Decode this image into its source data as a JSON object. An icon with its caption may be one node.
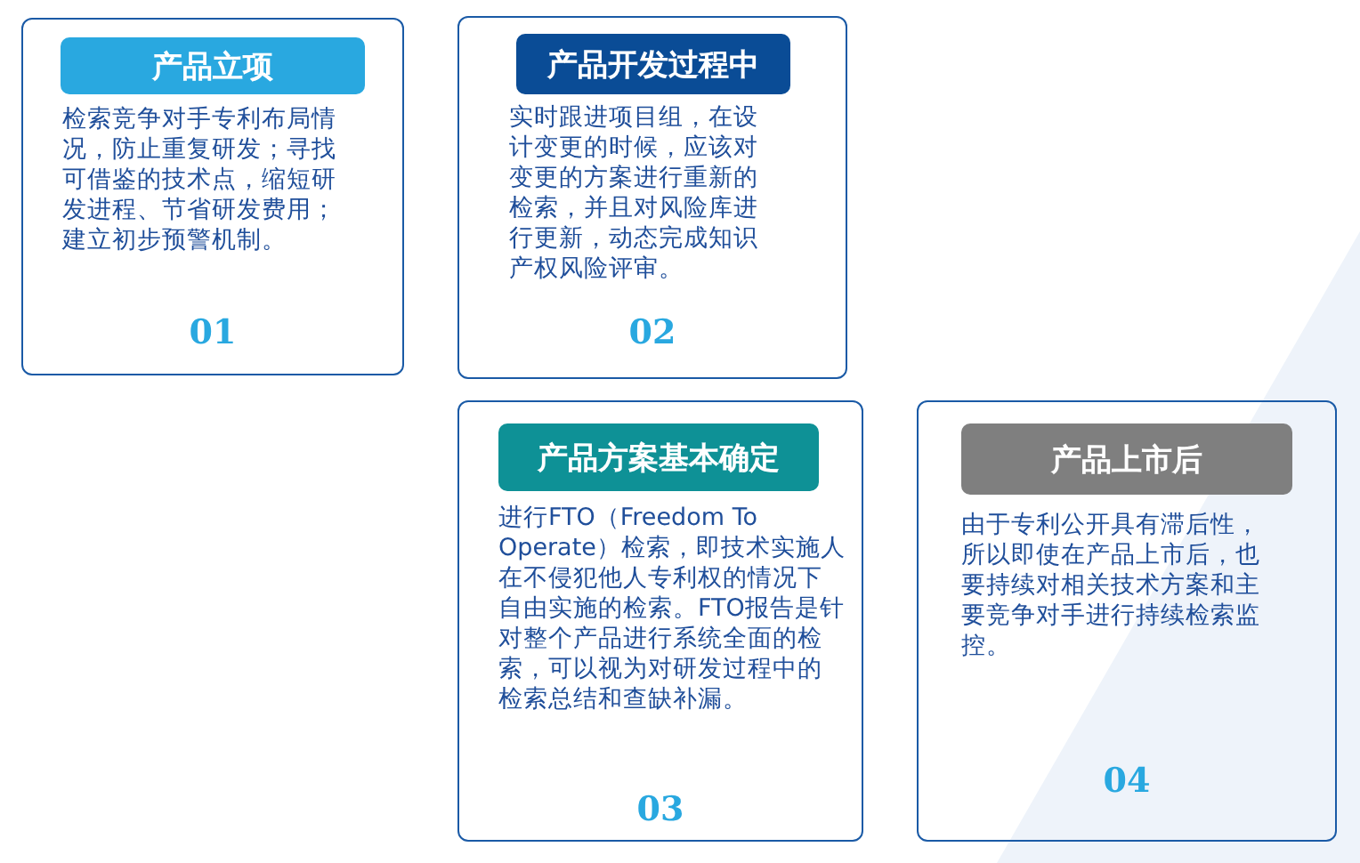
{
  "diagram": {
    "nodes": [
      {
        "text": [
          "检索竞争对手专利布局情况，防止重复研发；寻找可借鉴的技术点，缩短研发进程、节省研发费用；建立初步预警机制。",
          "01"
        ]
      },
      {
        "text": [
          "产品立项"
        ],
        "in": 0
      },
      {
        "text": [
          "实时跟进项目组，在设计变更的时候，应该对变更的方案进行重新的检索，并且对风险库进行更新，动态完成知识产权风险评审。",
          "02"
        ]
      },
      {
        "text": [
          "产品开发过程中"
        ],
        "in": 2
      },
      {
        "text": [
          "进行FTO（Freedom To Operate）检索，即技术实施人在不侵犯他人专利权的情况下自由实施的检索。FTO报告是针对整个产品进行系统全面的检索，可以视为对研发过程中的检索总结和查缺补漏。",
          "03"
        ]
      },
      {
        "text": [
          "产品方案基本确定"
        ],
        "in": 4
      },
      {
        "text": [
          "由于专利公开具有滞后性，所以即使在产品上市后，也要持续对相关技术方案和主要竞争对手进行持续检索监控。",
          "04"
        ]
      },
      {
        "text": [
          "产品上市后"
        ],
        "in": 6
      }
    ]
  }
}
